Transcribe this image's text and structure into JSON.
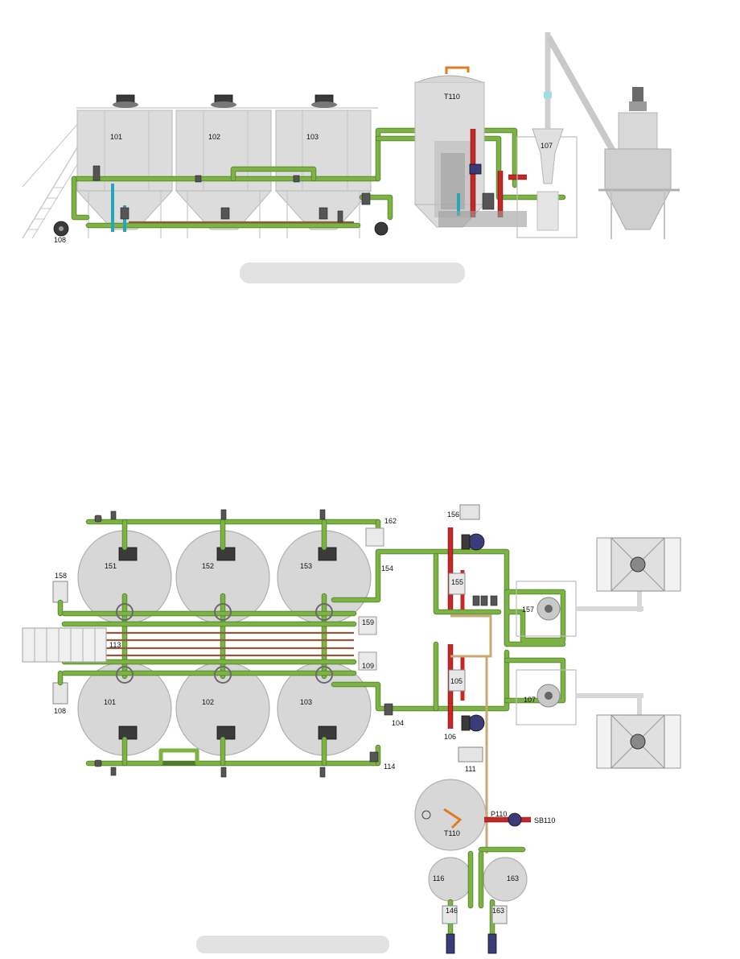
{
  "elevation_view": {
    "tank_labels": [
      "101",
      "102",
      "103"
    ],
    "pump_label": "108",
    "mixing_tank_label": "T110",
    "hopper_label": "107"
  },
  "plan_view": {
    "top_row_tanks": [
      "151",
      "152",
      "153"
    ],
    "bottom_row_tanks": [
      "101",
      "102",
      "103"
    ],
    "manifold_label": "113",
    "left_labels": [
      "158",
      "108"
    ],
    "right_labels": [
      "162",
      "154",
      "159",
      "109",
      "104",
      "114"
    ],
    "pump_column_labels": [
      "156",
      "155",
      "105",
      "106",
      "111"
    ],
    "heat_exchanger_labels": [
      "157",
      "107"
    ],
    "mixing_tank_label": "T110",
    "pump_unit_labels": [
      "P110",
      "SB110"
    ],
    "small_tank_labels": [
      "116",
      "163"
    ],
    "lower_pump_labels": [
      "146",
      "163"
    ]
  }
}
